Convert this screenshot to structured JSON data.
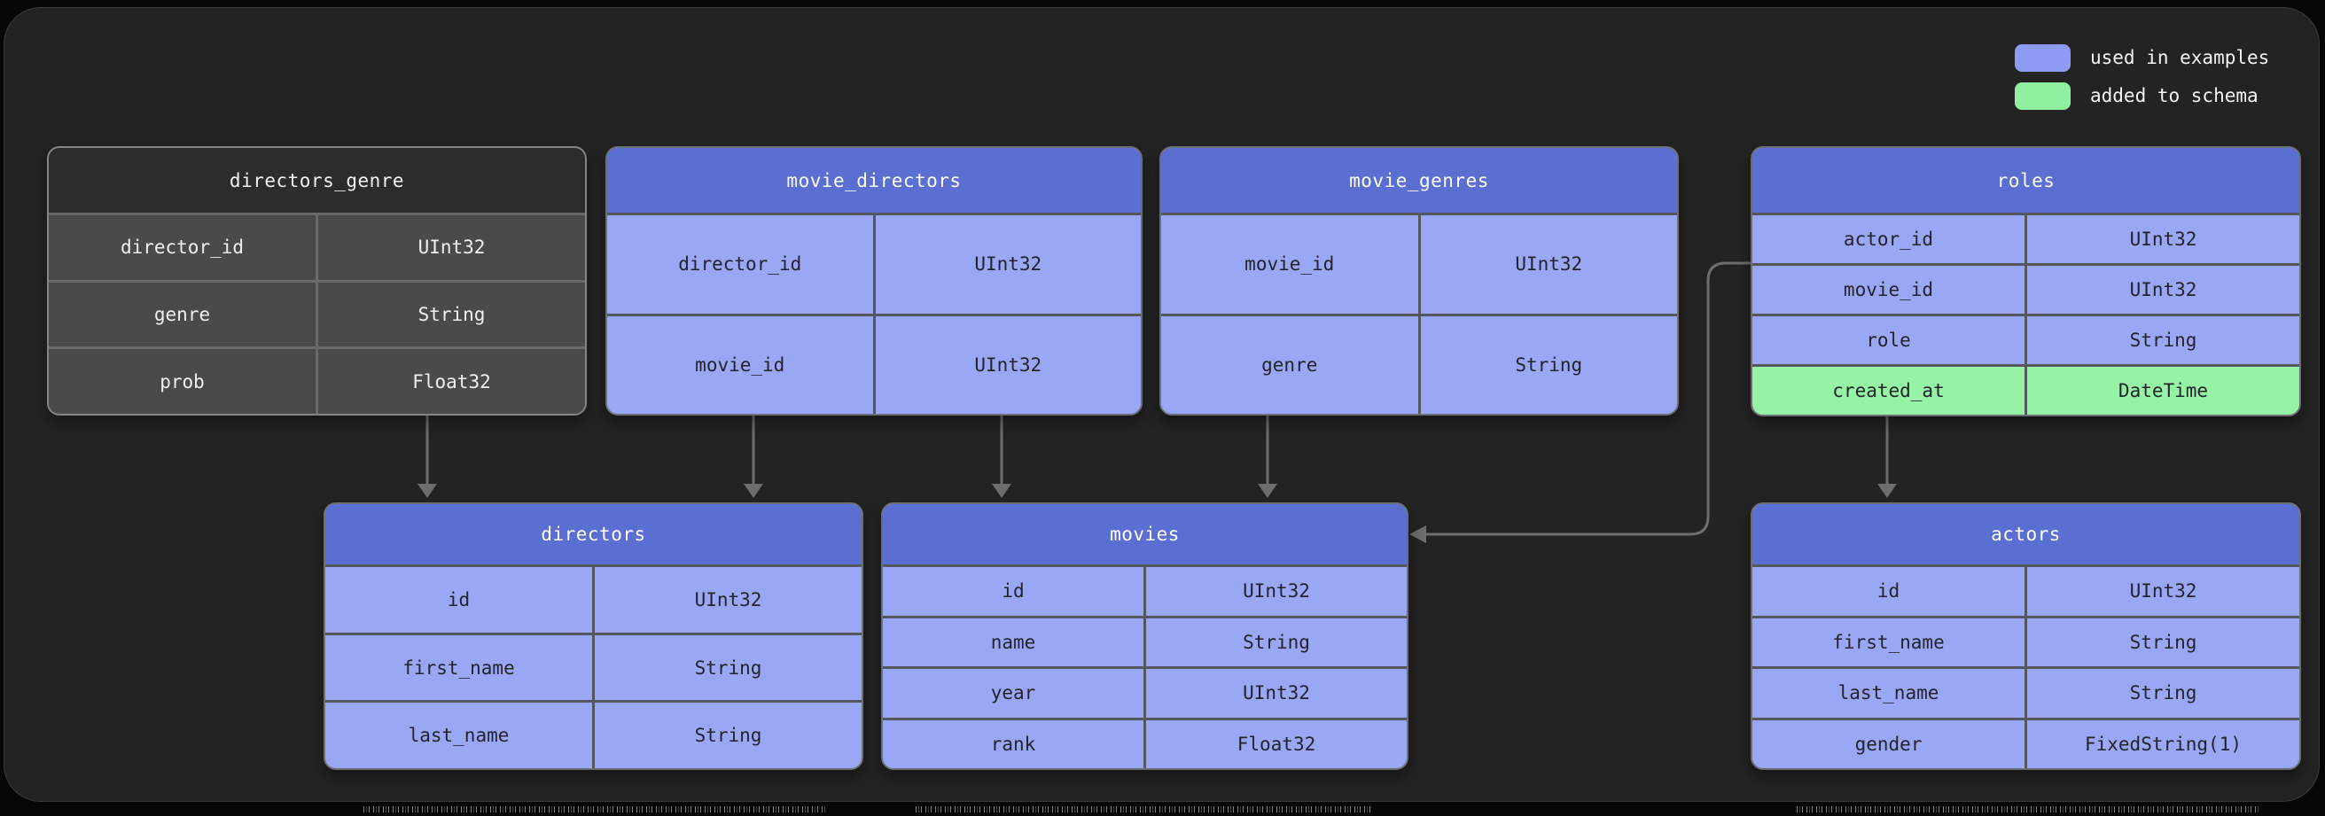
{
  "legend": {
    "items": [
      {
        "label": "used in examples",
        "swatch_color": "#8e9bf3"
      },
      {
        "label": "added to schema",
        "swatch_color": "#8ff0a0"
      }
    ]
  },
  "colors": {
    "canvas_background": "#232323",
    "outer_background": "#060606",
    "table_header_blue": "#5a6fd1",
    "table_row_blue": "#9aa7f5",
    "table_row_green": "#96f2a5",
    "table_header_dark": "#2c2c2c",
    "table_row_dark": "#4a4a4a",
    "arrow_gray": "#6d6d6d"
  },
  "tables": [
    {
      "title": "directors_genre",
      "style": "dark",
      "columns": [
        {
          "name": "director_id",
          "type": "UInt32"
        },
        {
          "name": "genre",
          "type": "String"
        },
        {
          "name": "prob",
          "type": "Float32"
        }
      ]
    },
    {
      "title": "movie_directors",
      "style": "blue",
      "columns": [
        {
          "name": "director_id",
          "type": "UInt32"
        },
        {
          "name": "movie_id",
          "type": "UInt32"
        }
      ]
    },
    {
      "title": "movie_genres",
      "style": "blue",
      "columns": [
        {
          "name": "movie_id",
          "type": "UInt32"
        },
        {
          "name": "genre",
          "type": "String"
        }
      ]
    },
    {
      "title": "roles",
      "style": "blue",
      "columns": [
        {
          "name": "actor_id",
          "type": "UInt32"
        },
        {
          "name": "movie_id",
          "type": "UInt32"
        },
        {
          "name": "role",
          "type": "String"
        },
        {
          "name": "created_at",
          "type": "DateTime",
          "added": true
        }
      ]
    },
    {
      "title": "directors",
      "style": "blue",
      "columns": [
        {
          "name": "id",
          "type": "UInt32"
        },
        {
          "name": "first_name",
          "type": "String"
        },
        {
          "name": "last_name",
          "type": "String"
        }
      ]
    },
    {
      "title": "movies",
      "style": "blue",
      "columns": [
        {
          "name": "id",
          "type": "UInt32"
        },
        {
          "name": "name",
          "type": "String"
        },
        {
          "name": "year",
          "type": "UInt32"
        },
        {
          "name": "rank",
          "type": "Float32"
        }
      ]
    },
    {
      "title": "actors",
      "style": "blue",
      "columns": [
        {
          "name": "id",
          "type": "UInt32"
        },
        {
          "name": "first_name",
          "type": "String"
        },
        {
          "name": "last_name",
          "type": "String"
        },
        {
          "name": "gender",
          "type": "FixedString(1)"
        }
      ]
    }
  ],
  "relationships": [
    {
      "from": "directors_genre",
      "to": "directors"
    },
    {
      "from": "movie_directors.director_id",
      "to": "directors"
    },
    {
      "from": "movie_directors.movie_id",
      "to": "movies"
    },
    {
      "from": "movie_genres",
      "to": "movies"
    },
    {
      "from": "roles",
      "to": "movies"
    },
    {
      "from": "roles.created_at",
      "to": "actors"
    }
  ]
}
